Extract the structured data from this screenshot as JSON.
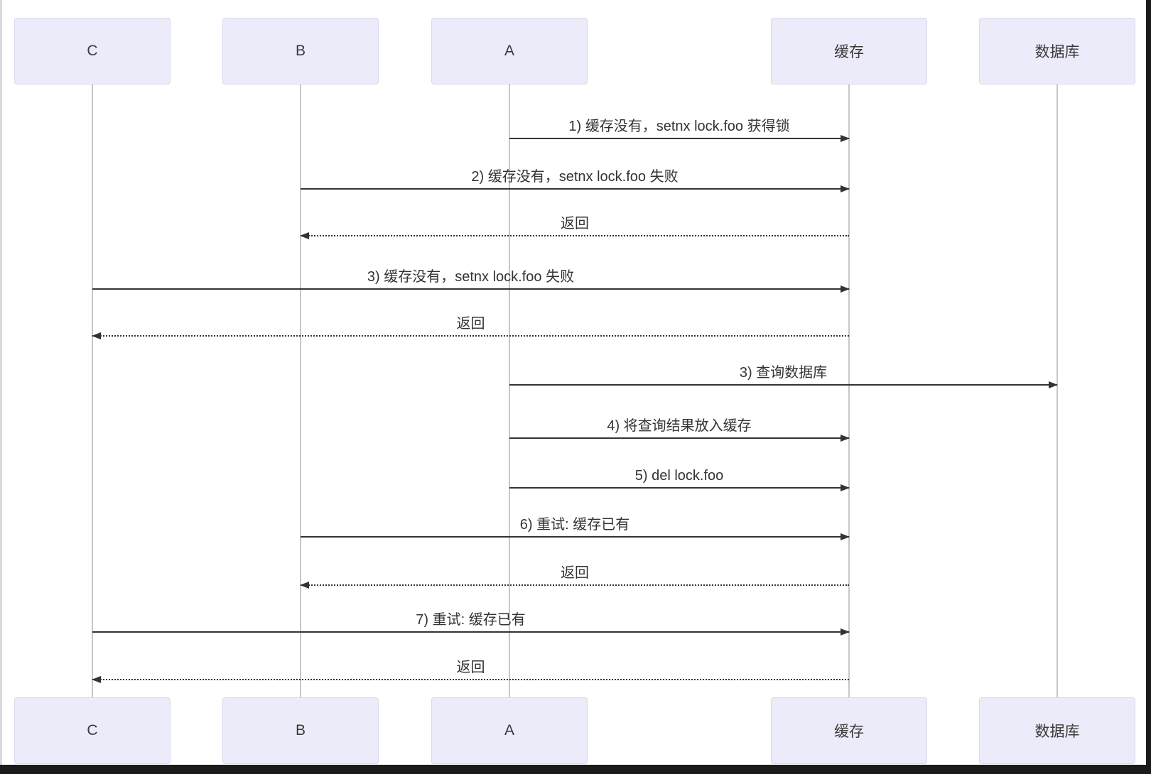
{
  "diagram": {
    "type": "sequence-diagram",
    "participants": [
      {
        "id": "C",
        "label": "C"
      },
      {
        "id": "B",
        "label": "B"
      },
      {
        "id": "A",
        "label": "A"
      },
      {
        "id": "cache",
        "label": "缓存"
      },
      {
        "id": "db",
        "label": "数据库"
      }
    ],
    "messages": [
      {
        "from": "A",
        "to": "缓存",
        "style": "solid",
        "label": "1) 缓存没有，setnx lock.foo 获得锁"
      },
      {
        "from": "B",
        "to": "缓存",
        "style": "solid",
        "label": "2) 缓存没有，setnx lock.foo 失败"
      },
      {
        "from": "缓存",
        "to": "B",
        "style": "dotted",
        "label": "返回"
      },
      {
        "from": "C",
        "to": "缓存",
        "style": "solid",
        "label": "3) 缓存没有，setnx lock.foo 失败"
      },
      {
        "from": "缓存",
        "to": "C",
        "style": "dotted",
        "label": "返回"
      },
      {
        "from": "A",
        "to": "数据库",
        "style": "solid",
        "label": "3) 查询数据库"
      },
      {
        "from": "A",
        "to": "缓存",
        "style": "solid",
        "label": "4) 将查询结果放入缓存"
      },
      {
        "from": "A",
        "to": "缓存",
        "style": "solid",
        "label": "5) del lock.foo"
      },
      {
        "from": "B",
        "to": "缓存",
        "style": "solid",
        "label": "6) 重试: 缓存已有"
      },
      {
        "from": "缓存",
        "to": "B",
        "style": "dotted",
        "label": "返回"
      },
      {
        "from": "C",
        "to": "缓存",
        "style": "solid",
        "label": "7) 重试: 缓存已有"
      },
      {
        "from": "缓存",
        "to": "C",
        "style": "dotted",
        "label": "返回"
      }
    ],
    "colors": {
      "actor_fill": "#ECEBF9",
      "actor_border": "#D9D9EF",
      "message_line": "#333333",
      "lifeline": "#C7C7C7",
      "text": "#333333",
      "background": "#FFFFFF"
    }
  }
}
